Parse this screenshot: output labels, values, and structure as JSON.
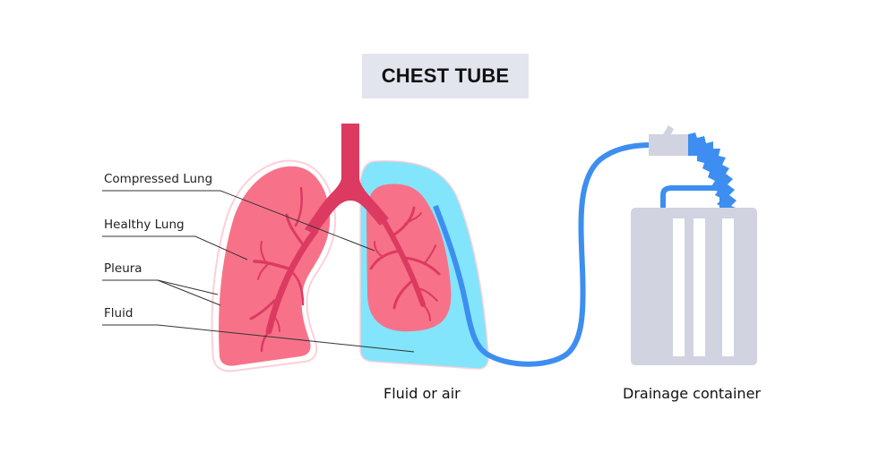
{
  "title": "CHEST TUBE",
  "labels": {
    "compressed_lung": "Compressed Lung",
    "healthy_lung": "Healthy Lung",
    "pleura": "Pleura",
    "fluid": "Fluid"
  },
  "captions": {
    "fluid_or_air": "Fluid or air",
    "drainage_container": "Drainage container"
  },
  "colors": {
    "lung": "#f77289",
    "bronchi": "#dd3a61",
    "pleura_outline": "#fbd0d8",
    "fluid": "#82e5fb",
    "tube": "#3d8ef0",
    "container": "#d1d3e1",
    "title_bg": "#e3e5ee"
  }
}
